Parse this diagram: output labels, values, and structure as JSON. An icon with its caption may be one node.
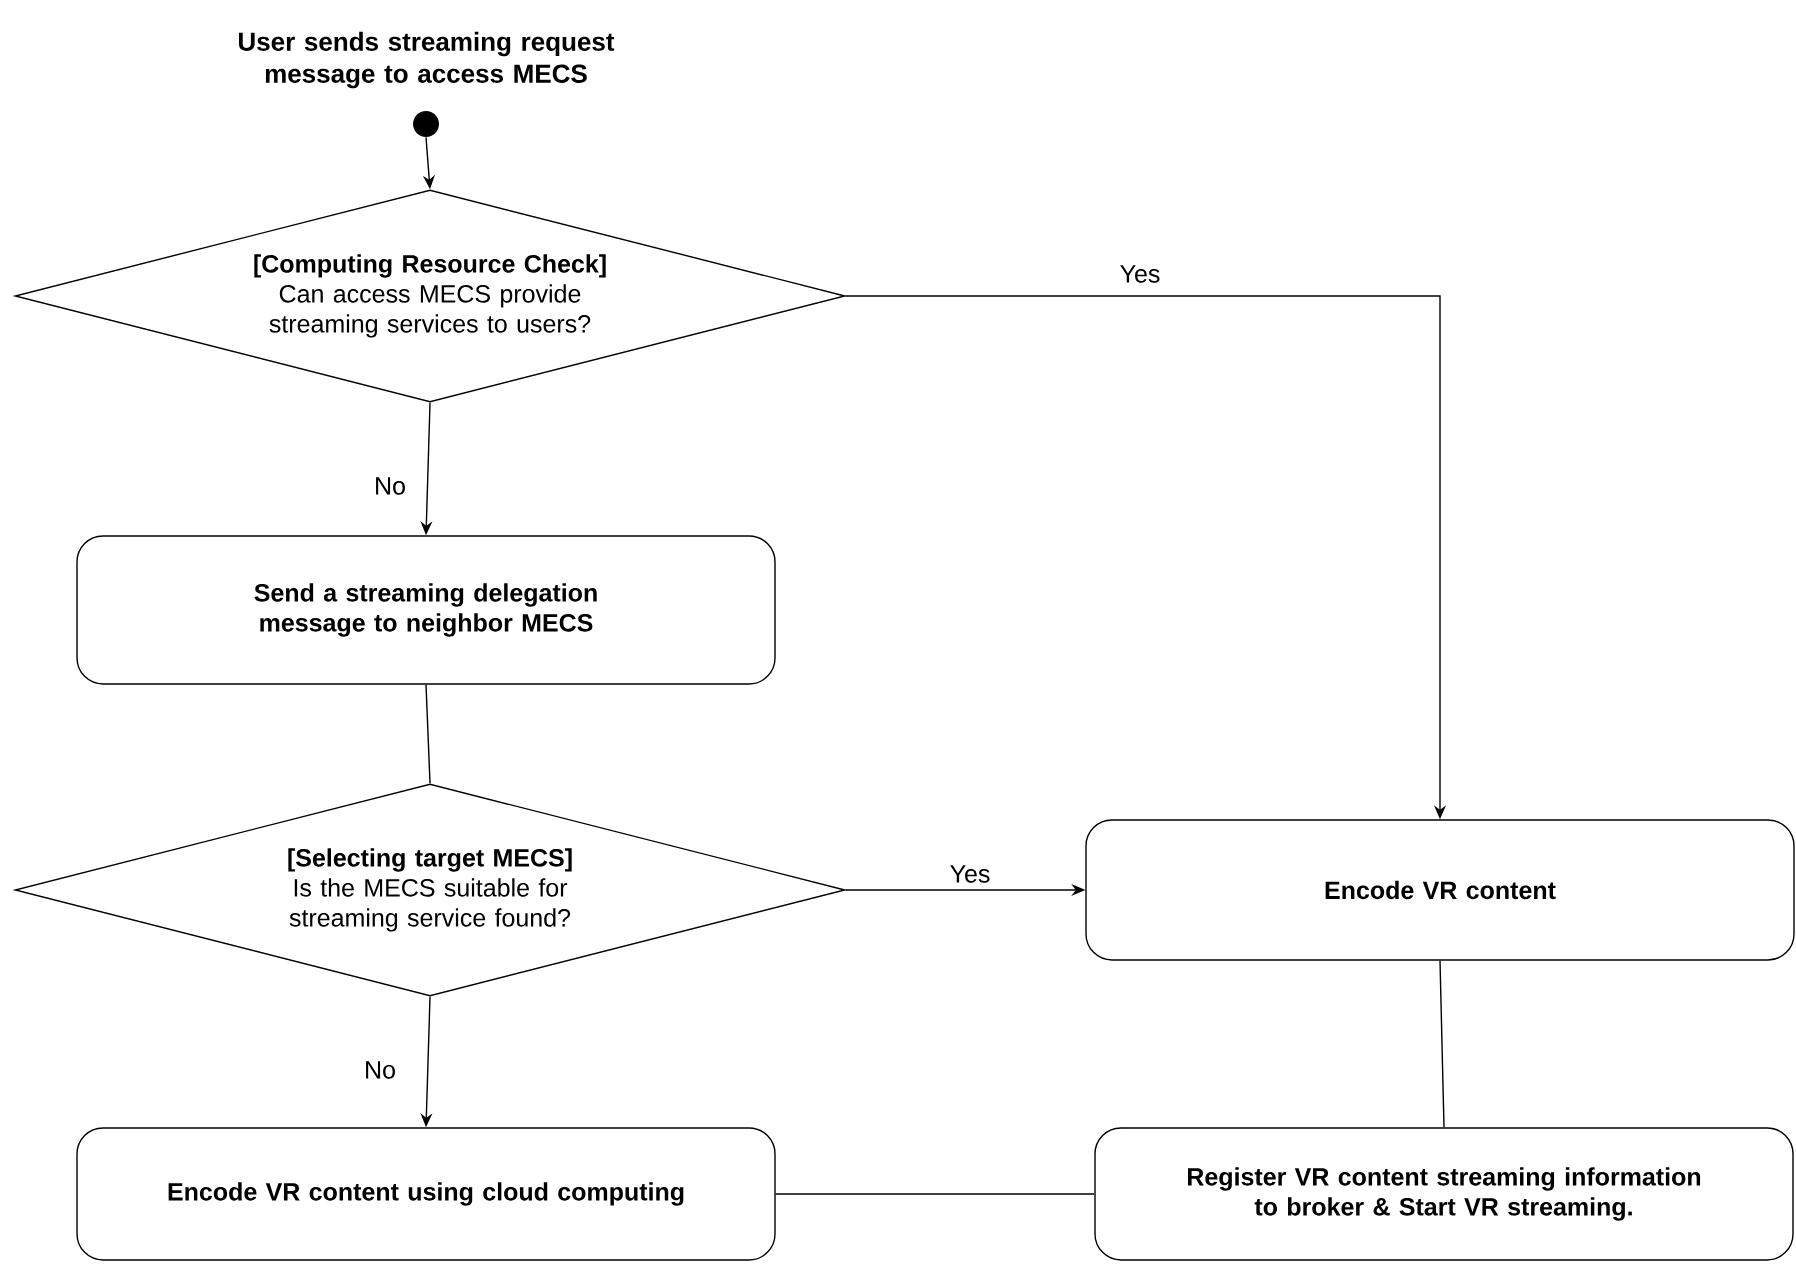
{
  "diagram": {
    "title": "User sends streaming request message to access MECS",
    "nodes": [
      {
        "text": [],
        "shape": "circle"
      },
      {
        "text": [
          "[Computing Resource Check]",
          "Can access MECS provide streaming services to users?"
        ]
      },
      {
        "text": [
          "Send a streaming delegation message to neighbor MECS"
        ]
      },
      {
        "text": [
          "[Selecting target MECS]",
          "Is the MECS suitable for streaming service found?"
        ]
      },
      {
        "text": [
          "Encode VR content"
        ]
      },
      {
        "text": [
          "Encode VR content using cloud computing"
        ]
      },
      {
        "text": [
          "Register VR content streaming information to broker & Start VR streaming."
        ]
      }
    ],
    "edges": [
      {
        "from": 0,
        "to": 1,
        "arrow": "to"
      },
      {
        "from": 1,
        "to": 4,
        "arrow": "to",
        "label": "Yes"
      },
      {
        "from": 1,
        "to": 2,
        "arrow": "to",
        "label": "No"
      },
      {
        "from": 2,
        "to": 3,
        "arrow": "none"
      },
      {
        "from": 3,
        "to": 4,
        "arrow": "to",
        "label": "Yes"
      },
      {
        "from": 3,
        "to": 5,
        "arrow": "to",
        "label": "No"
      },
      {
        "from": 4,
        "to": 6,
        "arrow": "none"
      },
      {
        "from": 5,
        "to": 6,
        "arrow": "none"
      }
    ]
  }
}
